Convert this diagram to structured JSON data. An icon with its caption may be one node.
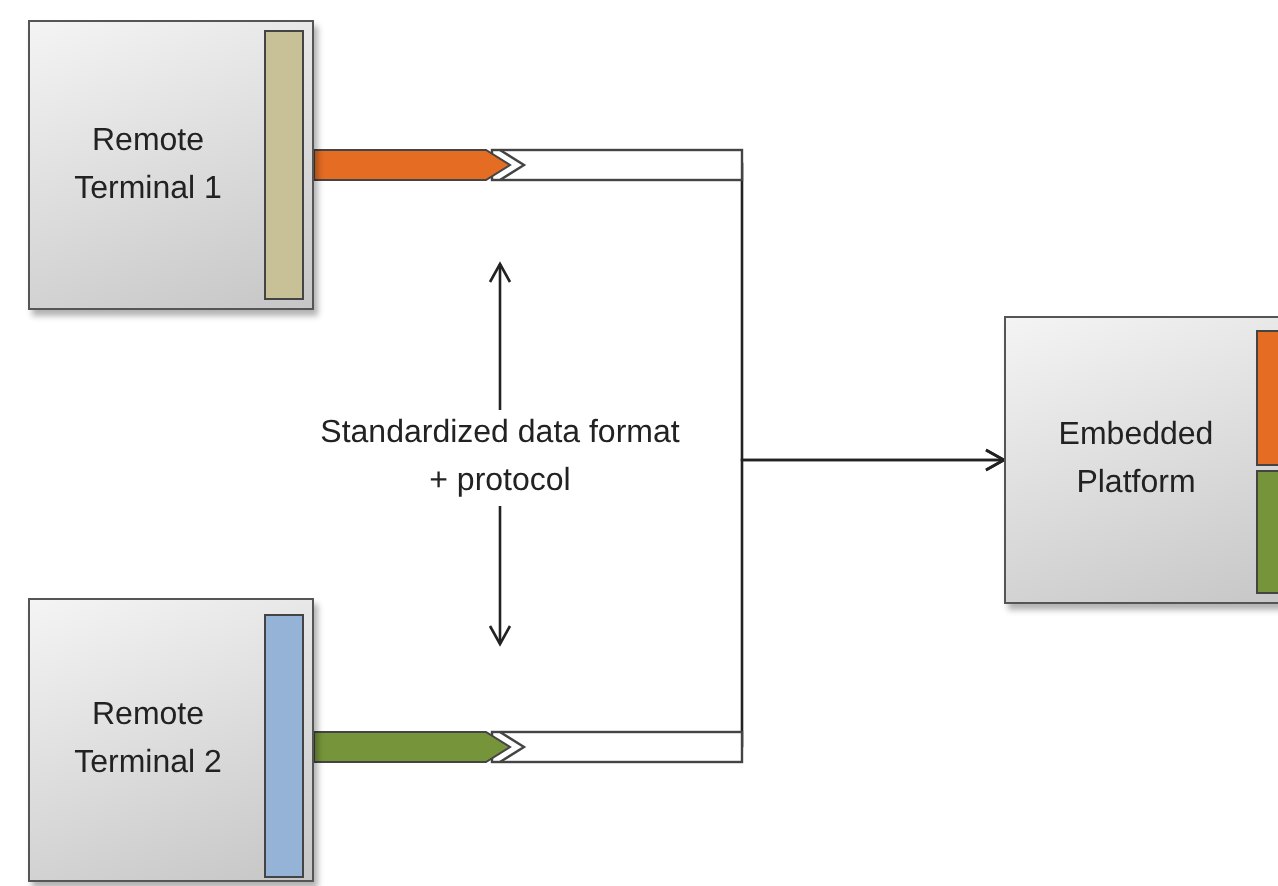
{
  "diagram": {
    "nodes": [
      {
        "text": [
          "Remote Terminal 1"
        ]
      },
      {
        "text": [
          "Remote Terminal 2"
        ]
      },
      {
        "text": [
          "Embedded Platform"
        ]
      },
      {
        "text": [
          "Standardized data format + protocol"
        ]
      },
      {
        "text": [],
        "shape": "bar",
        "in": 0
      },
      {
        "text": [],
        "shape": "bar",
        "in": 1
      },
      {
        "text": [],
        "shape": "bar",
        "in": 2
      },
      {
        "text": [],
        "shape": "bar",
        "in": 2
      }
    ],
    "edges": [
      {
        "from": 0,
        "to": 2,
        "arrow": "to"
      },
      {
        "from": 1,
        "to": 2,
        "arrow": "to"
      },
      {
        "from": 3,
        "to": null,
        "arrow": "to"
      },
      {
        "from": 3,
        "to": null,
        "arrow": "to"
      }
    ]
  }
}
